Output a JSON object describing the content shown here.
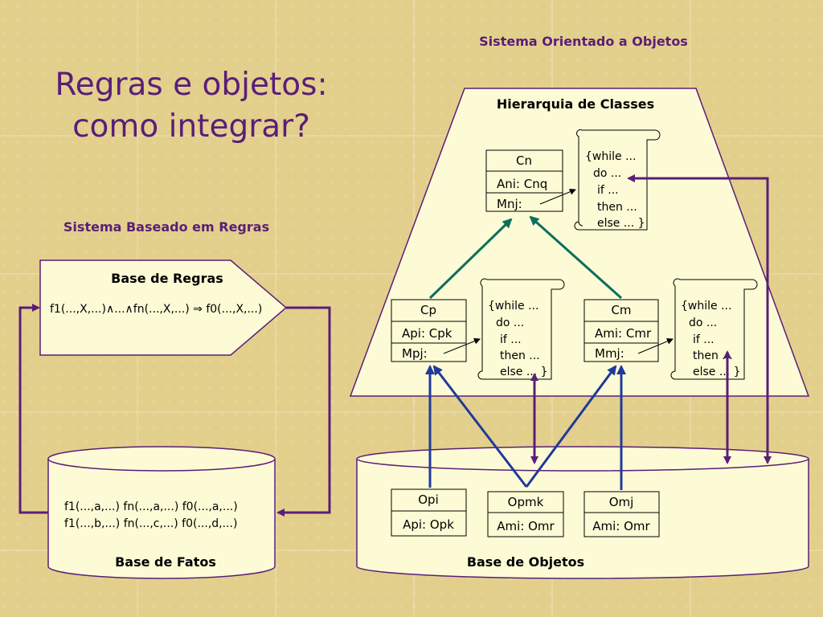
{
  "slide": {
    "title_line1": "Regras e objetos:",
    "title_line2": "como integrar?",
    "rule_system": "Sistema Baseado em Regras",
    "object_system": "Sistema Orientado a Objetos"
  },
  "rules_base": {
    "label": "Base de Regras",
    "rule": "f1(...,X,...)∧...∧fn(...,X,...) ⇒ f0(...,X,...)"
  },
  "facts_base": {
    "label": "Base de Fatos",
    "line1": "f1(...,a,...)   fn(...,a,...)  f0(...,a,...)",
    "line2": "f1(...,b,...)   fn(...,c,...)  f0(...,d,...)"
  },
  "hierarchy": {
    "label": "Hierarquia de Classes",
    "classes": [
      {
        "name": "Cn",
        "attr": "Ani: Cnq",
        "method": "Mnj:"
      },
      {
        "name": "Cp",
        "attr": "Api: Cpk",
        "method": "Mpj:"
      },
      {
        "name": "Cm",
        "attr": "Ami: Cmr",
        "method": "Mmj:"
      }
    ]
  },
  "scroll_code": [
    "{while ...",
    "do ...",
    "if ...",
    "then ...",
    "else ... }"
  ],
  "objects_base": {
    "label": "Base de Objetos",
    "objects": [
      {
        "name": "Opi",
        "attr": "Api: Opk"
      },
      {
        "name": "Opmk",
        "attr": "Ami: Omr"
      },
      {
        "name": "Omj",
        "attr": "Ami: Omr"
      }
    ]
  }
}
